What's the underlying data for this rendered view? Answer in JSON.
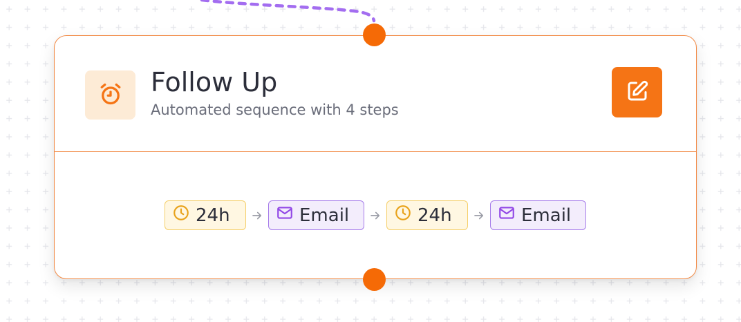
{
  "node": {
    "title": "Follow Up",
    "subtitle": "Automated sequence with 4 steps",
    "icon": "alarm-clock-icon",
    "edit_icon": "edit-icon",
    "steps": [
      {
        "type": "wait",
        "label": "24h",
        "icon": "clock-icon"
      },
      {
        "type": "email",
        "label": "Email",
        "icon": "mail-icon"
      },
      {
        "type": "wait",
        "label": "24h",
        "icon": "clock-icon"
      },
      {
        "type": "email",
        "label": "Email",
        "icon": "mail-icon"
      }
    ]
  },
  "colors": {
    "accent": "#f57415",
    "node_border": "#f28a45",
    "port": "#f56a06",
    "edge": "#a36df0",
    "wait_bg": "#fff7e2",
    "wait_border": "#f5cf6a",
    "wait_icon": "#e8a21a",
    "email_bg": "#f3edfc",
    "email_border": "#a57bea",
    "email_icon": "#9248e6",
    "grid_mark": "#e4e5ea"
  }
}
